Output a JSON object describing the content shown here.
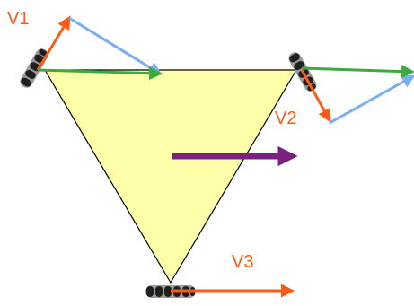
{
  "labels": {
    "v1": "V1",
    "v2": "V2",
    "v3": "V3"
  },
  "colors": {
    "triangle_fill": "#FFFFAA",
    "triangle_stroke": "#000000",
    "orange": "#FF5A14",
    "blue": "#7AAEF0",
    "green": "#3DAA3D",
    "purple": "#7A2080",
    "wheel_dark": "#1F1F1F",
    "wheel_light": "#9A9A9A"
  },
  "icons": {
    "wheel": "wheel-icon"
  }
}
